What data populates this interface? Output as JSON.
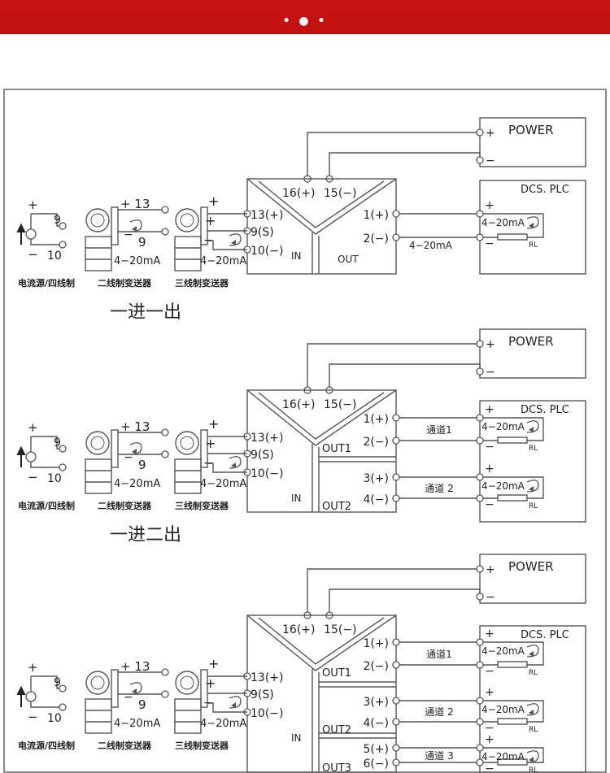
{
  "banner": {
    "color": "#c81414",
    "dots": "• ● •"
  },
  "common": {
    "power": "POWER",
    "dcs": "DCS. PLC",
    "plus": "+",
    "minus": "−",
    "rl": "RL",
    "ma": "4−20mA",
    "in_label": "IN",
    "t16": "16(+)",
    "t15": "15(−)",
    "t13": "13(+)",
    "t9s": "9(S)",
    "t10": "10(−)",
    "src_9": "9",
    "src_10": "10",
    "tw_13": "+ 13",
    "tw_9": "9",
    "cap_source": "电流源/四线制",
    "cap_two_wire": "二线制变送器",
    "cap_three_wire": "三线制变送器"
  },
  "sections": [
    {
      "title": "一进一出",
      "out_label": "OUT",
      "outputs": [
        {
          "pos": "1(+)",
          "neg": "2(−)",
          "channel": "4−20mA"
        }
      ]
    },
    {
      "title": "一进二出",
      "outputs": [
        {
          "name": "OUT1",
          "pos": "1(+)",
          "neg": "2(−)",
          "channel": "通道1"
        },
        {
          "name": "OUT2",
          "pos": "3(+)",
          "neg": "4(−)",
          "channel": "通道 2"
        }
      ]
    },
    {
      "outputs": [
        {
          "name": "OUT1",
          "pos": "1(+)",
          "neg": "2(−)",
          "channel": "通道1"
        },
        {
          "name": "OUT2",
          "pos": "3(+)",
          "neg": "4(−)",
          "channel": "通道 2"
        },
        {
          "name": "OUT3",
          "pos": "5(+)",
          "neg": "6(−)",
          "channel": "通道 3"
        }
      ]
    }
  ]
}
